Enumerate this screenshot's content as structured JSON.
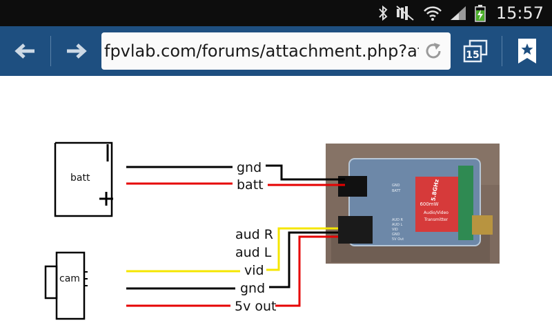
{
  "status_bar": {
    "time": "15:57",
    "icons": [
      "bluetooth-icon",
      "mute-icon",
      "wifi-icon",
      "signal-icon",
      "battery-charging-icon"
    ]
  },
  "toolbar": {
    "back_icon": "arrow-left-icon",
    "forward_icon": "arrow-right-icon",
    "url": "fpvlab.com/forums/attachment.php?attac",
    "reload_icon": "reload-icon",
    "tab_count": "15",
    "bookmark_icon": "bookmark-star-icon",
    "accent_color": "#1e4f80"
  },
  "diagram": {
    "battery_label": "batt",
    "battery_minus": "−",
    "battery_plus": "+",
    "camera_label": "cam",
    "wire_labels": {
      "gnd_top": "gnd",
      "batt": "batt",
      "aud_r": "aud R",
      "aud_l": "aud L",
      "vid": "vid",
      "gnd_bottom": "gnd",
      "five_v_out": "5v out"
    },
    "transmitter": {
      "line1": "5.8GHz",
      "line2": "600mW",
      "line3": "Audio/Video",
      "line4": "Transmitter",
      "pins": [
        "GND",
        "BATT",
        "AUD R",
        "AUD L",
        "VID",
        "GND",
        "5V Out"
      ]
    },
    "wire_colors": {
      "black": "#000000",
      "red": "#e60000",
      "yellow": "#f5e600"
    }
  }
}
